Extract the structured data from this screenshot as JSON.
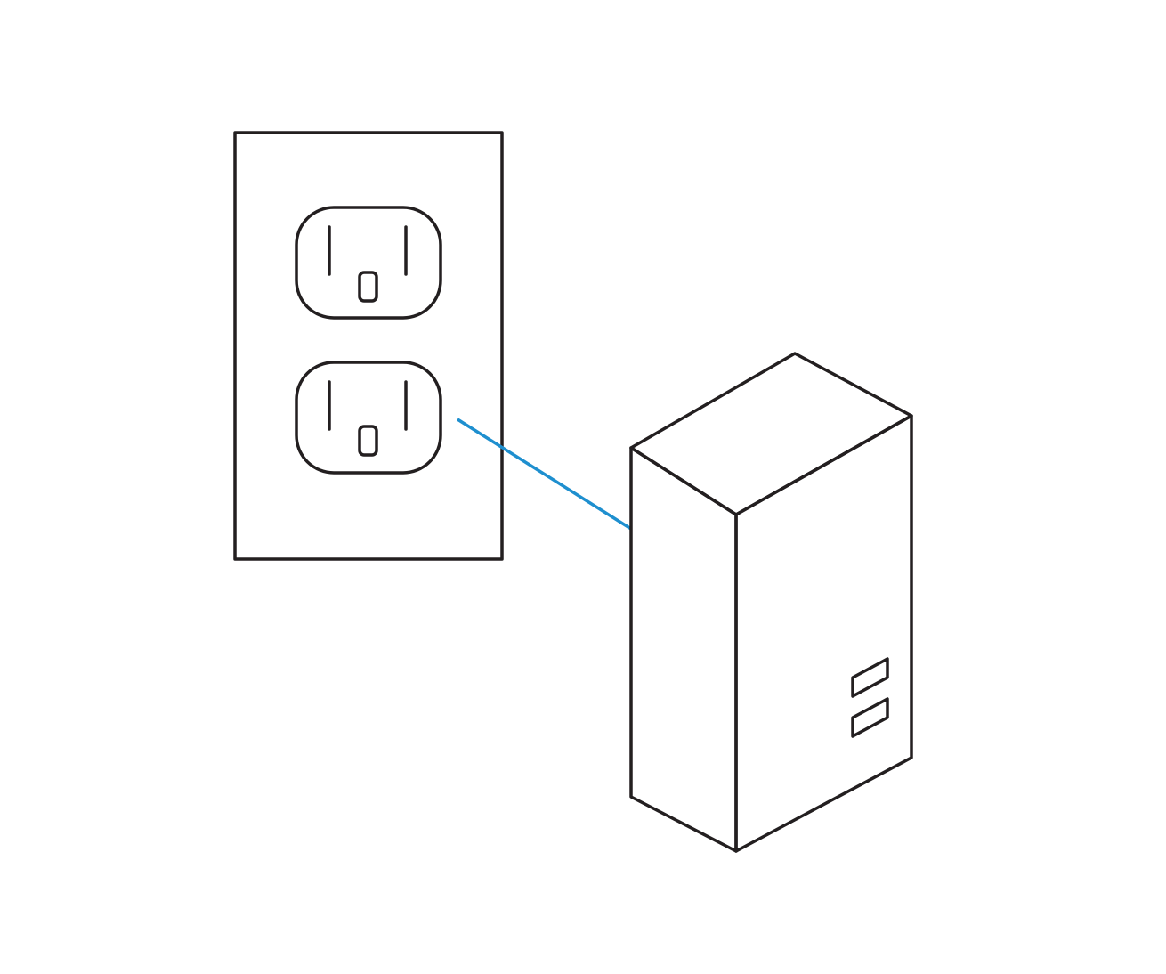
{
  "diagram": {
    "colors": {
      "background": "#ffffff",
      "line": "#231f20",
      "cable": "#1e8fcf"
    },
    "components": [
      {
        "name": "wall-outlet-plate",
        "receptacles": 2
      },
      {
        "name": "plug-in-adapter-box",
        "ports": 2
      }
    ],
    "connection": {
      "from": "lower-receptacle",
      "to": "adapter-box-left-face"
    }
  }
}
